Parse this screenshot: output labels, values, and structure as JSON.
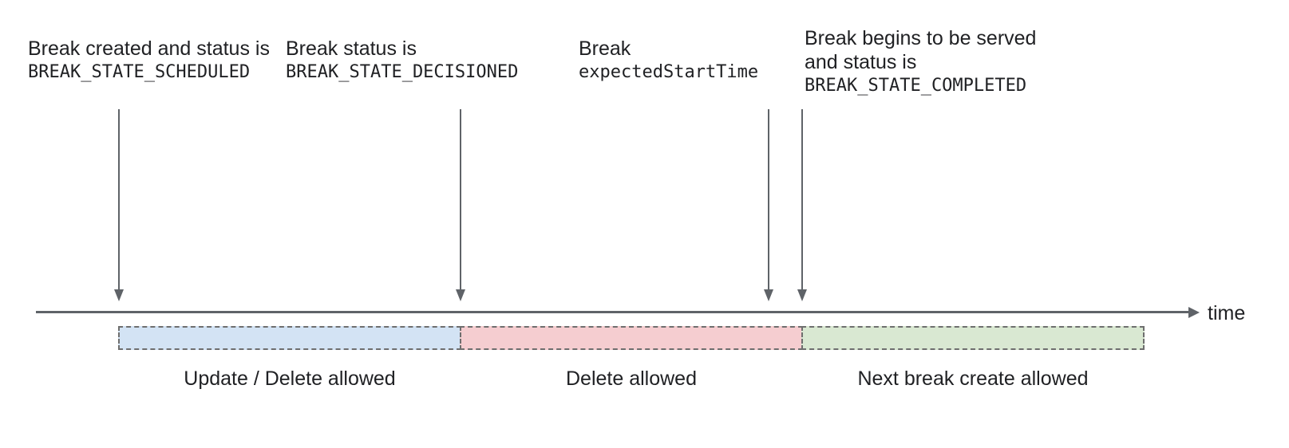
{
  "diagram": {
    "annotations": [
      {
        "text1": "Break created and status is",
        "code": "BREAK_STATE_SCHEDULED"
      },
      {
        "text1": "Break status is",
        "code": "BREAK_STATE_DECISIONED"
      },
      {
        "text1": "Break",
        "code": "expectedStartTime"
      },
      {
        "text1": "Break begins to be served",
        "text2": "and status is",
        "code": "BREAK_STATE_COMPLETED"
      }
    ],
    "axis": {
      "label": "time"
    },
    "segments": [
      {
        "label": "Update / Delete allowed",
        "color": "#d3e3f4"
      },
      {
        "label": "Delete allowed",
        "color": "#f5cdd0"
      },
      {
        "label": "Next break create allowed",
        "color": "#d9e8d2"
      }
    ],
    "colors": {
      "line": "#5f6368",
      "text": "#202124",
      "segment_border": "#6e6e6e"
    }
  }
}
